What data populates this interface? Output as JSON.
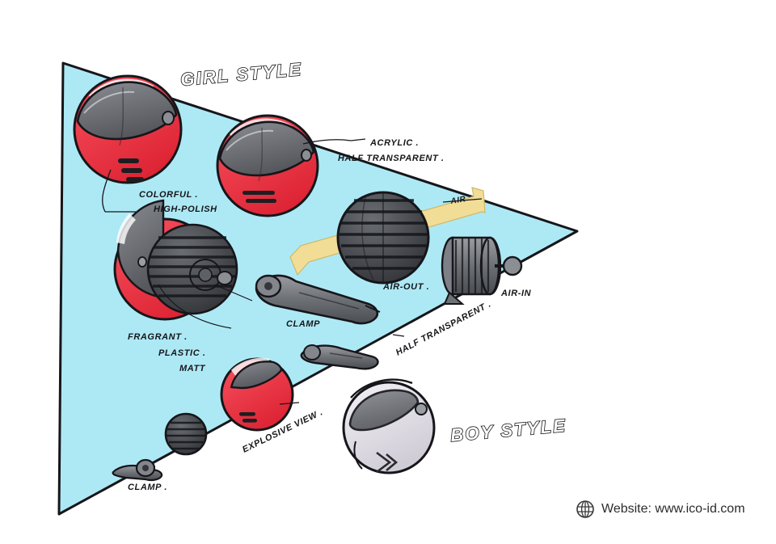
{
  "page": {
    "background_color": "#ffffff",
    "panel_color": "#ade9f5",
    "ink_color": "#16161a",
    "accent_red": "#ee3744",
    "accent_yellow": "#f2dd96",
    "visor_gray": "#6e7176",
    "white_helmet": "#e8e6ec"
  },
  "titles": {
    "girl": "GIRL STYLE",
    "boy": "BOY STYLE"
  },
  "annotations": {
    "colorful": "COLORFUL .",
    "high_polish": "HIGH-POLISH",
    "acrylic": "ACRYLIC .",
    "half_transparent": "HALF TRANSPARENT .",
    "fragrant": "FRAGRANT .",
    "plastic": "PLASTIC .",
    "matt": "MATT",
    "air": "AIR",
    "air_out": "AIR-OUT .",
    "air_in": "AIR-IN",
    "clamp_mid": "CLAMP",
    "clamp_bottom": "CLAMP .",
    "explosive_view": "EXPLOSIVE VIEW .",
    "half_transparent_diag": "HALF TRANSPARENT ."
  },
  "footer": {
    "label": "Website: www.ico-id.com",
    "icon": "globe-icon"
  }
}
